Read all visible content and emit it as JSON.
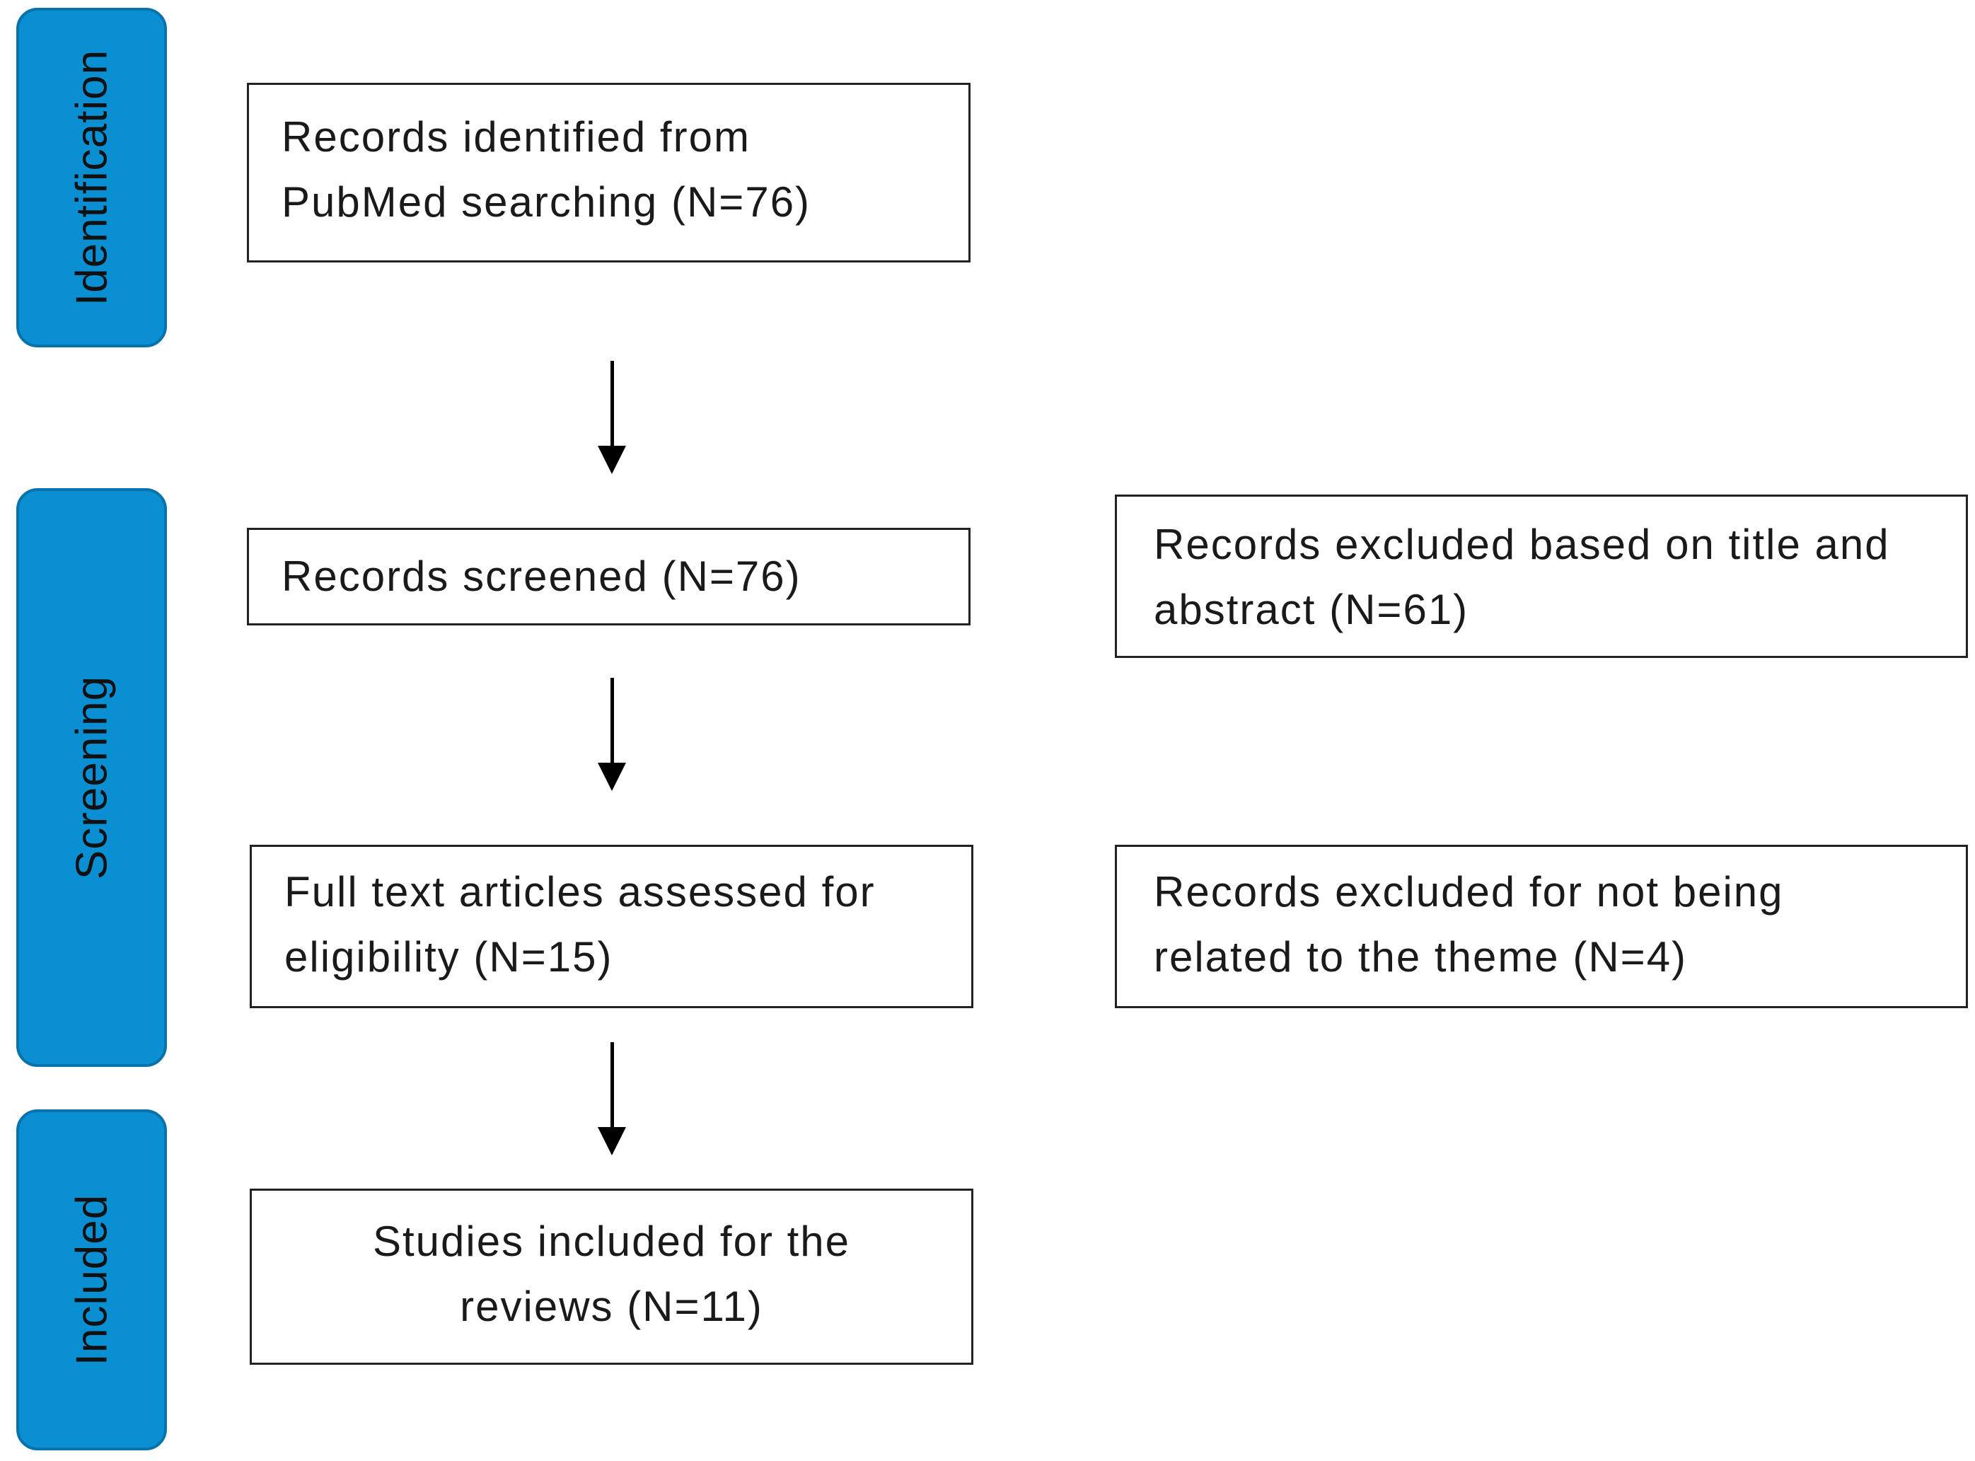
{
  "stages": {
    "identification": "Identification",
    "screening": "Screening",
    "included": "Included"
  },
  "boxes": {
    "identified": [
      "Records identified from",
      "PubMed searching (N=76)"
    ],
    "screened": [
      "Records screened (N=76)"
    ],
    "excluded_title_abstract": [
      "Records excluded based on title and",
      "abstract (N=61)"
    ],
    "full_text": [
      "Full text articles assessed for",
      "eligibility  (N=15)"
    ],
    "excluded_theme": [
      "Records excluded for not being",
      "related to the theme (N=4)"
    ],
    "included": [
      "Studies included for the",
      "reviews  (N=11)"
    ]
  },
  "colors": {
    "stage_fill": "#0a8fd3",
    "stage_border": "#0872ab",
    "box_border": "#222222",
    "arrow": "#000000"
  }
}
